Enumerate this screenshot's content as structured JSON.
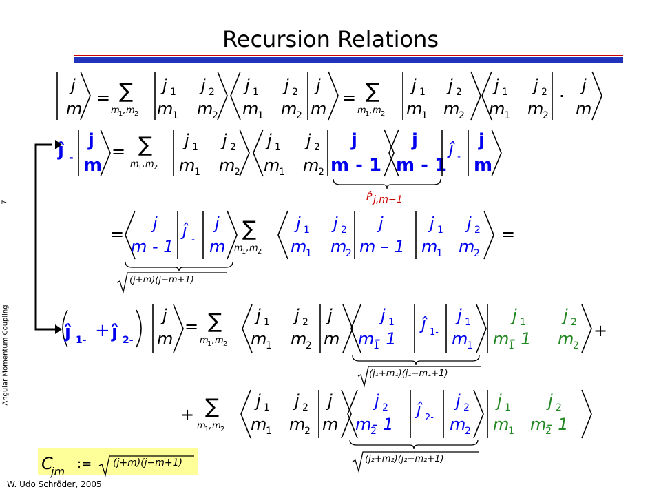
{
  "page": {
    "title": "Recursion Relations",
    "sidebar_label": "Angular Momentum Coupling",
    "page_number": "7",
    "author": "W. Udo Schröder, 2005",
    "colors": {
      "rule_red": "#cc0000",
      "rule_blue": "#2233bb",
      "math_blue": "#0000ee",
      "math_green": "#228822",
      "box_yellow": "#ffff99"
    }
  },
  "eq": {
    "j": "j",
    "m": "m",
    "j1": "j",
    "j2": "j",
    "m1": "m",
    "m2": "m",
    "sub1": "1",
    "sub2": "2",
    "eq_sign": "=",
    "dot": "·",
    "plus": "+",
    "sum": "∑",
    "sum_idx": "m",
    "sum_idx_sub1": "1",
    "sum_idx_comma": ",",
    "sum_idx_m2": "m",
    "sum_idx_sub2": "2",
    "jminus_op": "ĵ",
    "minus": "-",
    "m_minus1": "m - 1",
    "m_minus1_b": "m - 1",
    "m_minus_1": "m – 1",
    "m1_minus1": "m",
    "minus1_suffix": " - 1",
    "proj_label": "P̂",
    "proj_sub": "j,m−1",
    "sqrt_jm": "(j+m)(j−m+1)",
    "sqrt_j1": "(j₁+m₁)(j₁−m₁+1)",
    "sqrt_j2": "(j₂+m₂)(j₂−m₂+1)",
    "op_j1": "ĵ",
    "op_j2": "ĵ",
    "op_sub1": "1-",
    "op_sub2": "2-",
    "c_label": "C",
    "c_sub": "jm",
    "c_def": ":=",
    "c_sqrt": "(j+m)(j−m+1)"
  }
}
